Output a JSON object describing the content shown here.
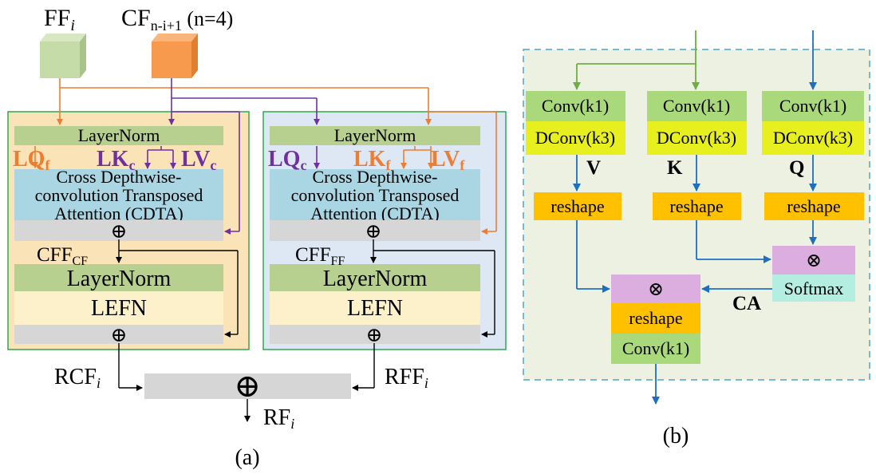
{
  "colors": {
    "green_light": "#c6dca8",
    "orange_cube": "#f79a4d",
    "panel_cf_bg": "#fbe3b8",
    "panel_ff_bg": "#dde8f4",
    "panel_border": "#2ea84e",
    "layernorm": "#b7d08f",
    "cdta": "#aad5e2",
    "plus_bar": "#d6d6d6",
    "lefn": "#fdf1cc",
    "orange_line": "#ed7d31",
    "purple": "#7030a0",
    "blue": "#1f6fbf",
    "green_line": "#70ad47",
    "conv_green": "#a9d97a",
    "dconv_yellow": "#e7ef1f",
    "reshape_orange": "#ffc000",
    "matmul_pink": "#dcaee0",
    "softmax_teal": "#b3eee0",
    "panel_b_bg": "#edf1e2",
    "panel_b_border": "#4ba5c8"
  },
  "a": {
    "ff_label": "FF",
    "ff_sub": "i",
    "cf_label": "CF",
    "cf_sub": "n-i+1",
    "cf_note": " (n=4)",
    "cf_panel": {
      "layernorm": "LayerNorm",
      "lq": "LQ",
      "lq_sub": "f",
      "lk": "LK",
      "lk_sub": "c",
      "lv": "LV",
      "lv_sub": "c",
      "cdta_line1": "Cross Depthwise-",
      "cdta_line2": "convolution Transposed",
      "cdta_line3": "Attention (CDTA)",
      "cff": "CFF",
      "cff_sub": "CF",
      "layernorm2": "LayerNorm",
      "lefn": "LEFN"
    },
    "ff_panel": {
      "layernorm": "LayerNorm",
      "lq": "LQ",
      "lq_sub": "c",
      "lk": "LK",
      "lk_sub": "f",
      "lv": "LV",
      "lv_sub": "f",
      "cdta_line1": "Cross Depthwise-",
      "cdta_line2": "convolution Transposed",
      "cdta_line3": "Attention (CDTA)",
      "cff": "CFF",
      "cff_sub": "FF",
      "layernorm2": "LayerNorm",
      "lefn": "LEFN"
    },
    "rcf": "RCF",
    "rcf_sub": "i",
    "rff": "RFF",
    "rff_sub": "i",
    "rf": "RF",
    "rf_sub": "i",
    "caption": "(a)"
  },
  "b": {
    "conv": "Conv(k1)",
    "dconv": "DConv(k3)",
    "v": "V",
    "k": "K",
    "q": "Q",
    "reshape": "reshape",
    "softmax": "Softmax",
    "ca": "CA",
    "matmul": "⊗",
    "caption": "(b)"
  },
  "plus_symbol": "⊕"
}
